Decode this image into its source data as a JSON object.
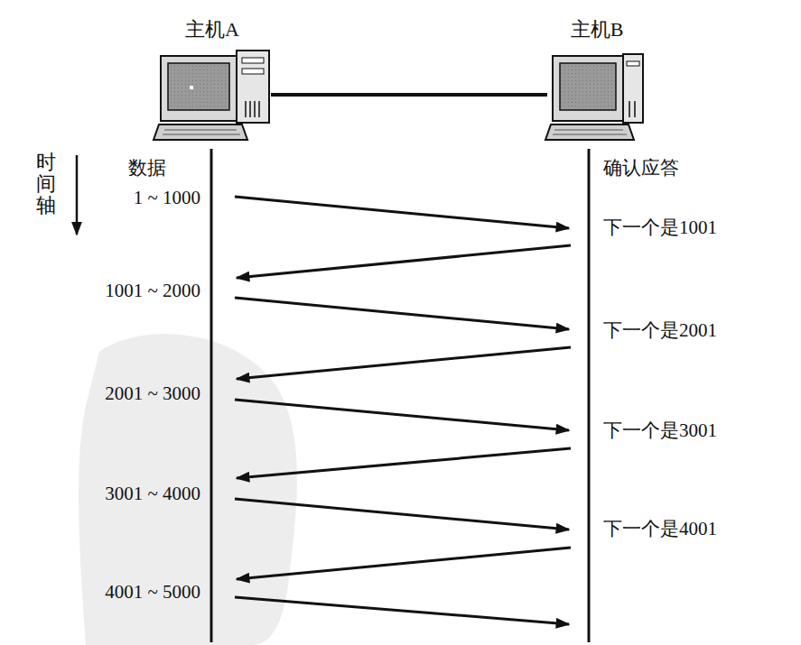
{
  "diagram": {
    "nodes": [
      {
        "text": [
          "主机A"
        ]
      },
      {
        "text": [
          "主机B"
        ]
      }
    ],
    "edges": [
      {
        "from": 0,
        "to": 1,
        "arrow": "none"
      }
    ],
    "labels": [
      "时间轴",
      "数据",
      "1 ~ 1000",
      "1001 ~ 2000",
      "2001 ~ 3000",
      "3001 ~ 4000",
      "4001 ~ 5000",
      "确认应答",
      "下一个是1001",
      "下一个是2001",
      "下一个是3001",
      "下一个是4001"
    ]
  }
}
